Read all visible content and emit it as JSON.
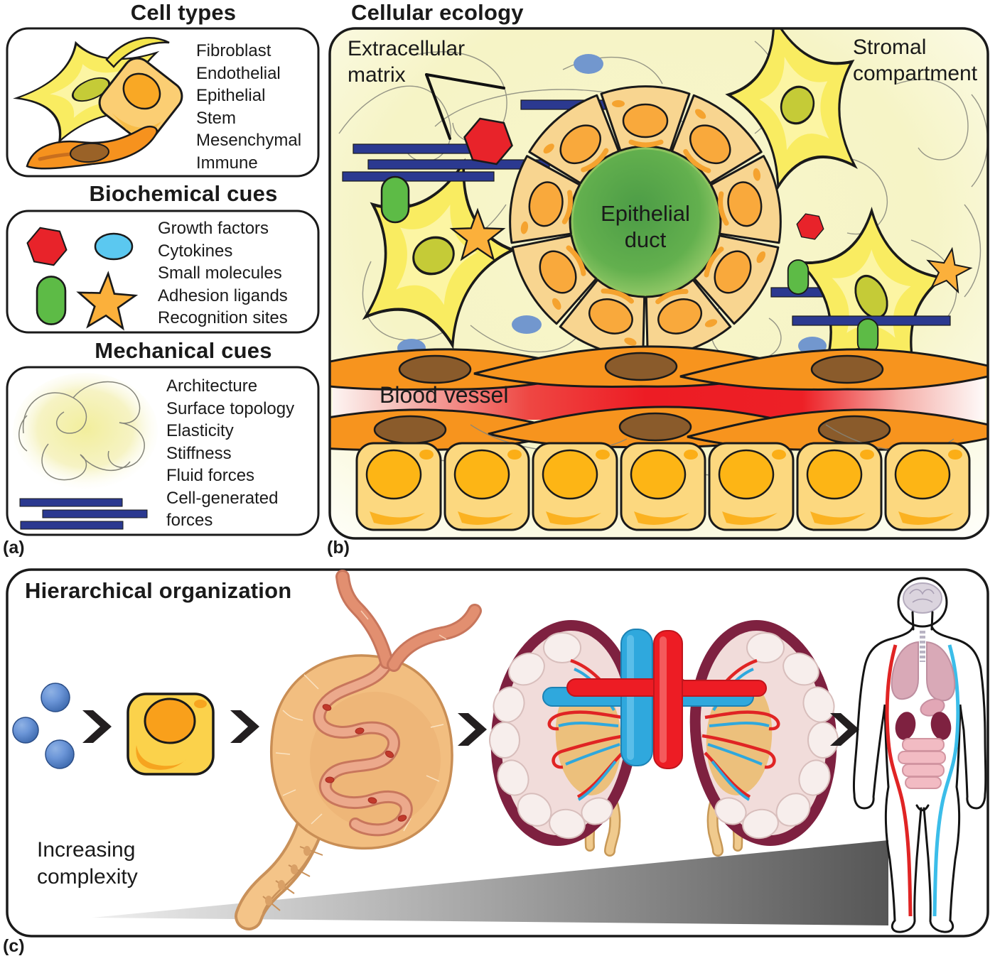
{
  "panel_a": {
    "label": "(a)",
    "cell_types": {
      "title": "Cell types",
      "items": [
        "Fibroblast",
        "Endothelial",
        "Epithelial",
        "Stem",
        "Mesenchymal",
        "Immune"
      ]
    },
    "biochemical_cues": {
      "title": "Biochemical cues",
      "items": [
        "Growth factors",
        "Cytokines",
        "Small molecules",
        "Adhesion ligands",
        "Recognition sites"
      ]
    },
    "mechanical_cues": {
      "title": "Mechanical cues",
      "items": [
        "Architecture",
        "Surface topology",
        "Elasticity",
        "Stiffness",
        "Fluid forces",
        "Cell-generated forces"
      ]
    }
  },
  "panel_b": {
    "label": "(b)",
    "title": "Cellular ecology",
    "extracellular_matrix_label": "Extracellular\nmatrix",
    "stromal_compartment_label": "Stromal\ncompartment",
    "epithelial_duct_label": "Epithelial\nduct",
    "blood_vessel_label": "Blood vessel"
  },
  "panel_c": {
    "label": "(c)",
    "title": "Hierarchical  organization",
    "complexity_label": "Increasing\ncomplexity"
  },
  "icons": {
    "growth_factor": "red-hexagon",
    "cytokine": "blue-oval",
    "small_molecule": "green-pill",
    "adhesion_ligand": "orange-star",
    "ecm_fiber": "navy-bar",
    "stage_arrow": "chevron-right"
  },
  "colors": {
    "ecm_bar_navy": "#2B3990",
    "growth_factor_red": "#E8232A",
    "cytokine_blue": "#5BC8F0",
    "stromal_cytokine_blue": "#7297CE",
    "small_molecule_green": "#5DBB46",
    "adhesion_star_orange": "#FBB03B",
    "vessel_red": "#ED1C24",
    "duct_green": "#55A44A",
    "epithelial_tan": "#F8D590",
    "nucleus_orange": "#F9A93C",
    "endothelial_orange": "#F7941E",
    "fibroblast_yellow": "#F9EC61",
    "kidney_capsule_maroon": "#7E2140"
  }
}
